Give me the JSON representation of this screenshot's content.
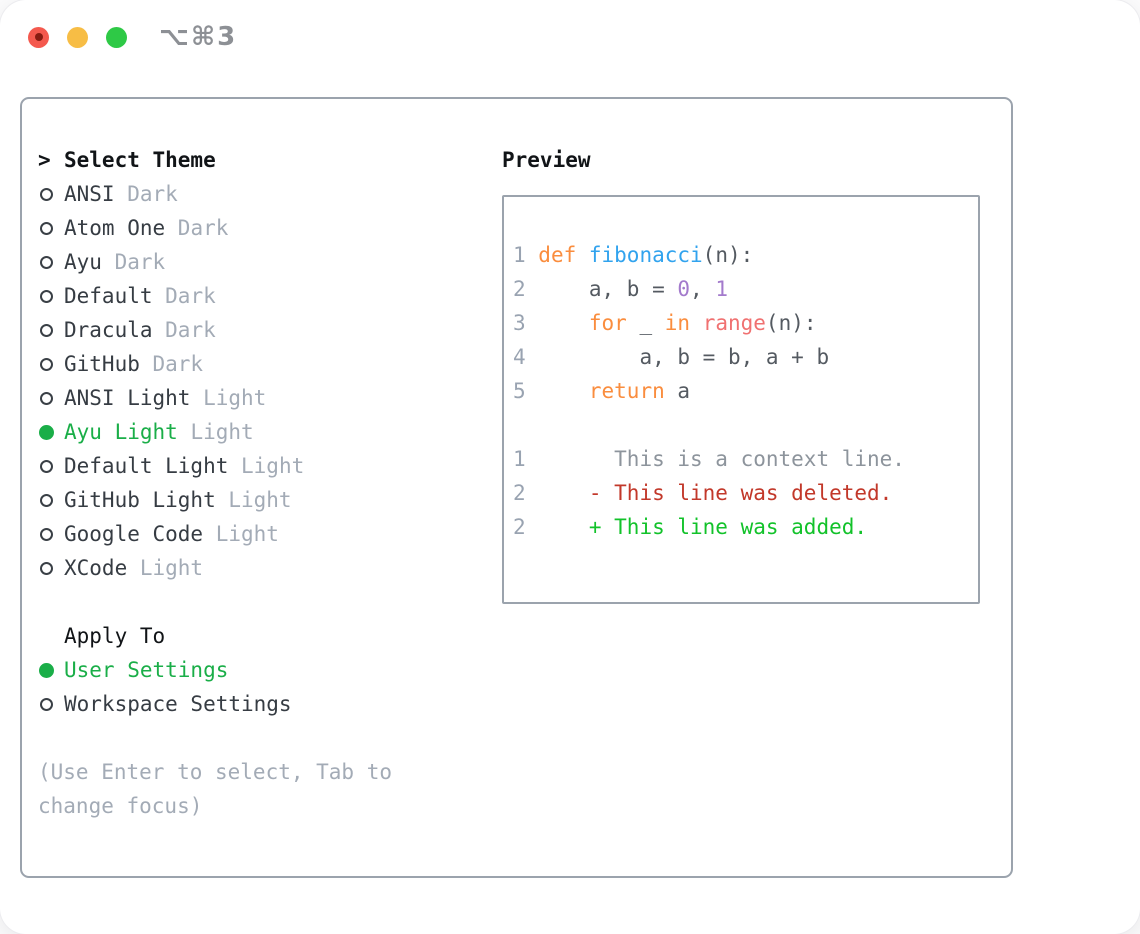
{
  "window": {
    "shortcut": "⌥⌘3",
    "traffic_lights": [
      "close-icon",
      "minimize-icon",
      "zoom-icon"
    ]
  },
  "colors": {
    "border": "#9ba3ad",
    "header": "#111417",
    "text_dark": "#363c43",
    "bullet_ring": "#3a4046",
    "text_muted": "#a3abb6",
    "ui_green": "#1aae48",
    "line_number": "#99a3b1",
    "keyword": "#fa8d3e",
    "function": "#31a3ee",
    "code_fg": "#545a61",
    "literal": "#a37acc",
    "builtin": "#f07171",
    "context": "#8d949c",
    "deleted": "#c2382a",
    "added": "#12c22a",
    "traffic_red": "#f4594e",
    "traffic_yellow": "#f7bd45",
    "traffic_green": "#2ec946"
  },
  "theme_panel": {
    "title_prefix": ">",
    "title": "Select Theme",
    "themes": [
      {
        "name": "ANSI",
        "variant": "Dark",
        "selected": false
      },
      {
        "name": "Atom One",
        "variant": "Dark",
        "selected": false
      },
      {
        "name": "Ayu",
        "variant": "Dark",
        "selected": false
      },
      {
        "name": "Default",
        "variant": "Dark",
        "selected": false
      },
      {
        "name": "Dracula",
        "variant": "Dark",
        "selected": false
      },
      {
        "name": "GitHub",
        "variant": "Dark",
        "selected": false
      },
      {
        "name": "ANSI Light",
        "variant": "Light",
        "selected": false
      },
      {
        "name": "Ayu Light",
        "variant": "Light",
        "selected": true
      },
      {
        "name": "Default Light",
        "variant": "Light",
        "selected": false
      },
      {
        "name": "GitHub Light",
        "variant": "Light",
        "selected": false
      },
      {
        "name": "Google Code",
        "variant": "Light",
        "selected": false
      },
      {
        "name": "XCode",
        "variant": "Light",
        "selected": false
      }
    ],
    "apply_to": {
      "title": "Apply To",
      "options": [
        {
          "label": "User Settings",
          "selected": true
        },
        {
          "label": "Workspace Settings",
          "selected": false
        }
      ]
    },
    "hint": "(Use Enter to select, Tab to change focus)"
  },
  "preview": {
    "title": "Preview",
    "code_lines": [
      [
        [
          "num",
          "1 "
        ],
        [
          "kw",
          "def "
        ],
        [
          "fn",
          "fibonacci"
        ],
        [
          "fg",
          "(n):"
        ]
      ],
      [
        [
          "num",
          "2 "
        ],
        [
          "fg",
          "    a, b = "
        ],
        [
          "lit",
          "0"
        ],
        [
          "fg",
          ", "
        ],
        [
          "lit",
          "1"
        ]
      ],
      [
        [
          "num",
          "3 "
        ],
        [
          "fg",
          "    "
        ],
        [
          "kw",
          "for"
        ],
        [
          "fg",
          " _ "
        ],
        [
          "kw",
          "in"
        ],
        [
          "fg",
          " "
        ],
        [
          "bi",
          "range"
        ],
        [
          "fg",
          "(n):"
        ]
      ],
      [
        [
          "num",
          "4 "
        ],
        [
          "fg",
          "        a, b = b, a + b"
        ]
      ],
      [
        [
          "num",
          "5 "
        ],
        [
          "fg",
          "    "
        ],
        [
          "kw",
          "return"
        ],
        [
          "fg",
          " a"
        ]
      ],
      [],
      [
        [
          "num",
          "1 "
        ],
        [
          "ctx",
          "      This is a context line."
        ]
      ],
      [
        [
          "num",
          "2 "
        ],
        [
          "del",
          "    - This line was deleted."
        ]
      ],
      [
        [
          "num",
          "2 "
        ],
        [
          "add",
          "    + This line was added."
        ]
      ]
    ]
  }
}
